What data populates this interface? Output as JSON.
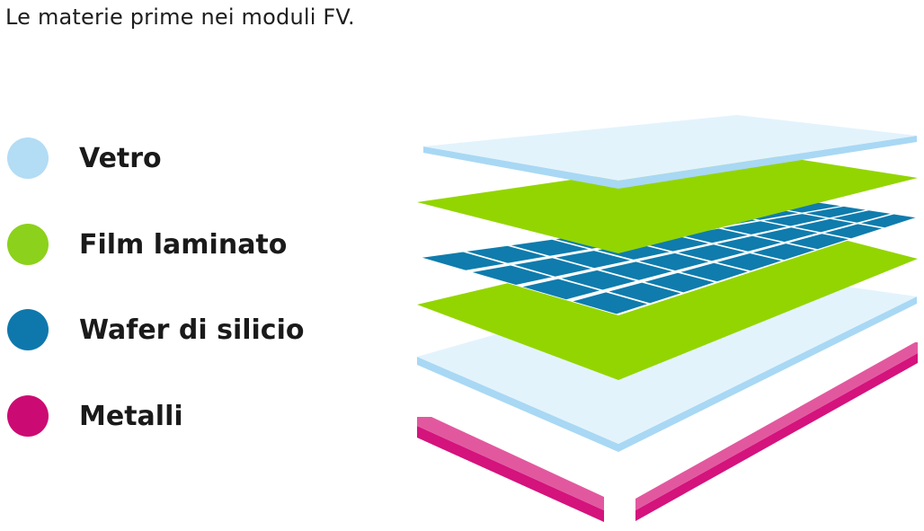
{
  "title": "Le materie prime nei moduli FV.",
  "legend": {
    "items": [
      {
        "label": "Vetro",
        "color": "#b3dcf5"
      },
      {
        "label": "Film laminato",
        "color": "#8cd11b"
      },
      {
        "label": "Wafer di silicio",
        "color": "#0e78ad"
      },
      {
        "label": "Metalli",
        "color": "#cc0a73"
      }
    ]
  },
  "colors": {
    "glass_face": "#e3f3fc",
    "glass_edge": "#a8d8f4",
    "film": "#93d500",
    "wafer_cell": "#0f7cad",
    "wafer_grid": "#ffffff",
    "metal_face": "#d9157f",
    "metal_top": "#e55aa2"
  }
}
